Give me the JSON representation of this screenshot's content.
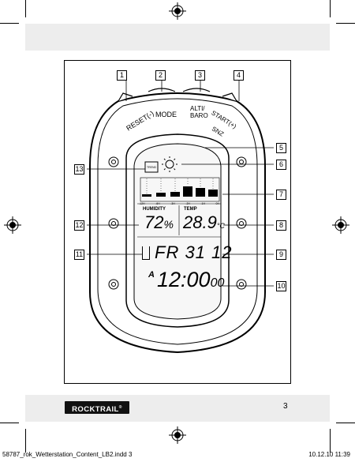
{
  "device": {
    "buttons": {
      "reset": "RESET(-)",
      "mode": "MODE",
      "alti": "ALTI/",
      "baro": "BARO",
      "start": "START(+)",
      "snz": "SNZ"
    },
    "display": {
      "humidity_label": "HUMIDITY",
      "temp_label": "TEMP",
      "humidity_value": "72",
      "humidity_unit": "%",
      "temp_value": "28.9",
      "temp_unit": "°C",
      "date_text": "FR 31 12",
      "alarm_marker": "A",
      "time_value": "12:00",
      "time_seconds": "00",
      "bar_axis": [
        "-12H",
        "-6H",
        "-3H",
        "-2H",
        "-1H",
        "0H"
      ],
      "trend_label": "TREND"
    }
  },
  "callouts": [
    "1",
    "2",
    "3",
    "4",
    "5",
    "6",
    "7",
    "8",
    "9",
    "10",
    "11",
    "12",
    "13"
  ],
  "brand": "ROCKTRAIL",
  "brand_mark": "®",
  "page_number": "3",
  "footer": {
    "file": "58787_rok_Wetterstation_Content_LB2.indd   3",
    "date": "10.12.10   11:39"
  }
}
